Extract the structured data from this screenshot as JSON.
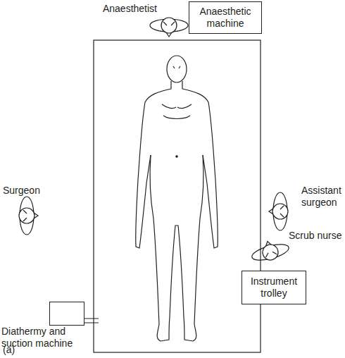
{
  "diagram": {
    "nodes": [
      {
        "text": [
          "Anaesthetic machine"
        ]
      },
      {
        "text": [
          "Instrument trolley"
        ]
      },
      {
        "text": [
          "Diathermy and suction machine"
        ]
      }
    ],
    "labels": [
      "Anaesthetist",
      "Surgeon",
      "Assistant surgeon",
      "Scrub nurse",
      "(a)"
    ]
  }
}
